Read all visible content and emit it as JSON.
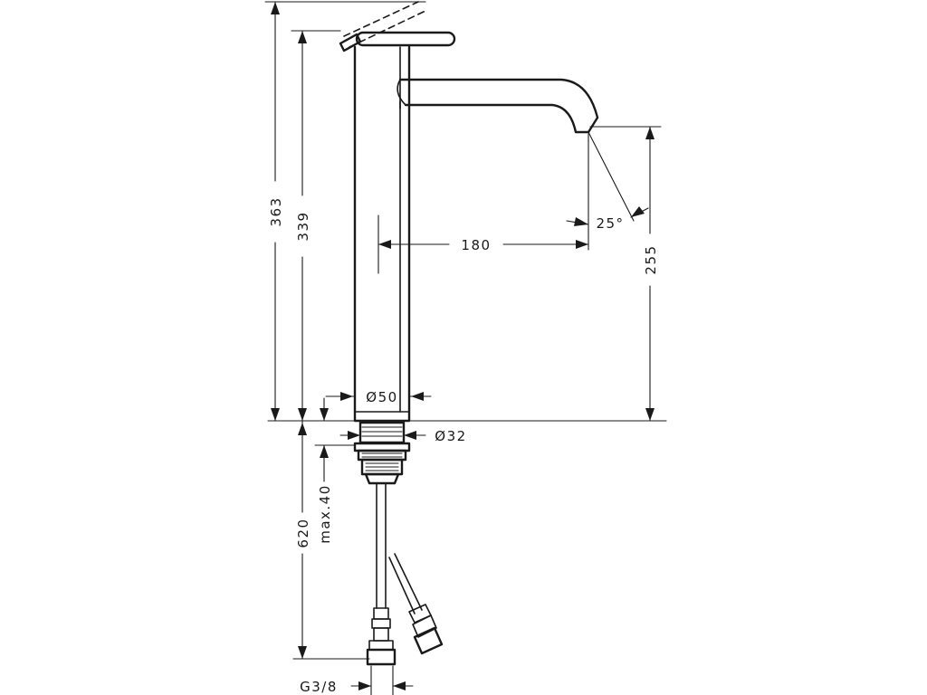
{
  "dimensions": {
    "overall_height": "363",
    "body_height": "339",
    "spout_height": "255",
    "spout_reach": "180",
    "spout_angle": "25°",
    "body_diameter": "Ø50",
    "shank_diameter": "Ø32",
    "hose_length": "620",
    "max_counter_thickness": "max.40",
    "connection_thread": "G3/8"
  }
}
